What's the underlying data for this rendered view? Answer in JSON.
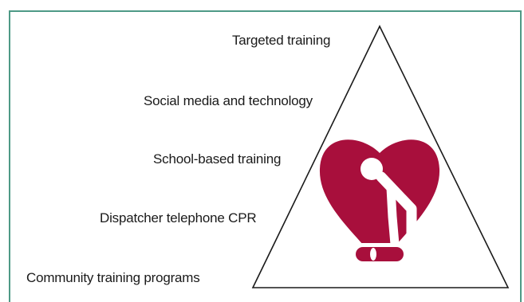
{
  "levels": [
    "Targeted training",
    "Social media and technology",
    "School-based training",
    "Dispatcher telephone CPR",
    "Community training programs"
  ],
  "colors": {
    "frame_border": "#4e9a86",
    "heart": "#a80f3c",
    "triangle": "#1a1a1a"
  },
  "icons": {
    "center": "heart-cpr-icon"
  }
}
